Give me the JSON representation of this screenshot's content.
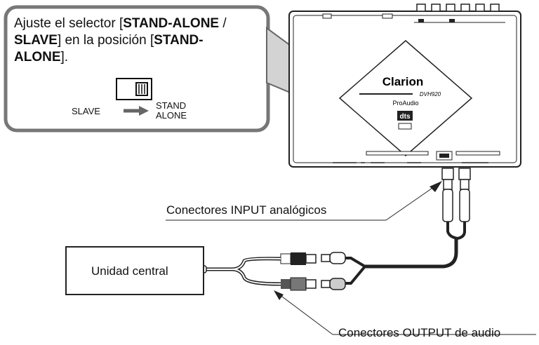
{
  "callout": {
    "line1_pre": "Ajuste el selector [",
    "line1_bold": "STAND-ALONE",
    "line1_post": " /",
    "line2_bold": "SLAVE",
    "line2_mid": "] en la posición [",
    "line2_bold2": "STAND-",
    "line3_bold": "ALONE",
    "line3_post": "].",
    "switch_left_label": "SLAVE",
    "switch_right_label_1": "STAND",
    "switch_right_label_2": "ALONE"
  },
  "device": {
    "brand": "Clarion",
    "model": "DVH920",
    "series": "ProAudio",
    "logo_text": "dts"
  },
  "labels": {
    "input_connectors": "Conectores INPUT analógicos",
    "head_unit": "Unidad central",
    "output_connectors": "Conectores OUTPUT de audio"
  }
}
